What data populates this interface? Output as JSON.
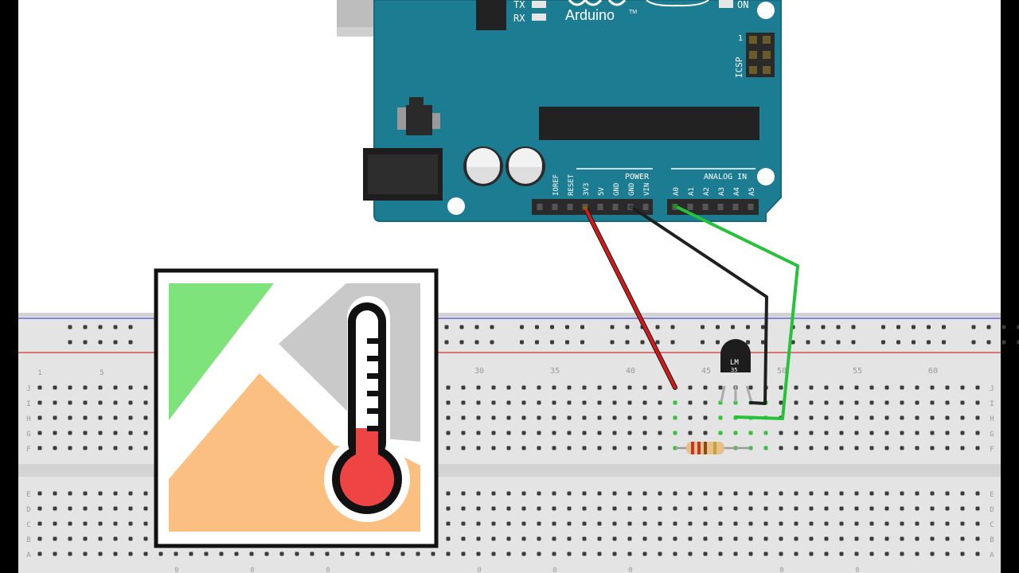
{
  "arduino": {
    "brand": "Arduino",
    "trademark": "TM",
    "tx_label": "TX",
    "rx_label": "RX",
    "on_label": "ON",
    "icsp_label": "ICSP",
    "icsp_pin1": "1",
    "power_header_label": "POWER",
    "analog_header_label": "ANALOG IN",
    "power_pins": [
      "IOREF",
      "RESET",
      "3V3",
      "5V",
      "GND",
      "GND",
      "VIN"
    ],
    "analog_pins": [
      "A0",
      "A1",
      "A2",
      "A3",
      "A4",
      "A5"
    ],
    "colors": {
      "board": "#1c7c92",
      "board_edge": "#176a7d",
      "header": "#2a2a2a"
    }
  },
  "sensor": {
    "line1": "LM",
    "line2": "35"
  },
  "breadboard": {
    "column_numbers": [
      "1",
      "5",
      "30",
      "35",
      "40",
      "45",
      "50",
      "55",
      "60"
    ],
    "row_letters_top": [
      "J",
      "I",
      "H",
      "G",
      "F"
    ],
    "row_letters_bottom": [
      "E",
      "D",
      "C",
      "B",
      "A"
    ],
    "bottom_numbers": [
      "0",
      "0",
      "0",
      "0",
      "0",
      "0",
      "0",
      "0"
    ],
    "colors": {
      "body": "#e4e4e4",
      "hole": "#3b3b3b",
      "red_rail": "#d03030",
      "blue_rail": "#4a4ad0"
    }
  },
  "wires": {
    "colors": {
      "power": "#d11a1a",
      "ground": "#1f1f1f",
      "signal": "#26c23a",
      "leg_highlight": "#35c23a"
    }
  },
  "thermometer_icon": {
    "colors": {
      "green": "#7de37a",
      "gray": "#c9c9c9",
      "orange": "#fbbf81",
      "red": "#ee4444",
      "frame": "#111111"
    }
  }
}
